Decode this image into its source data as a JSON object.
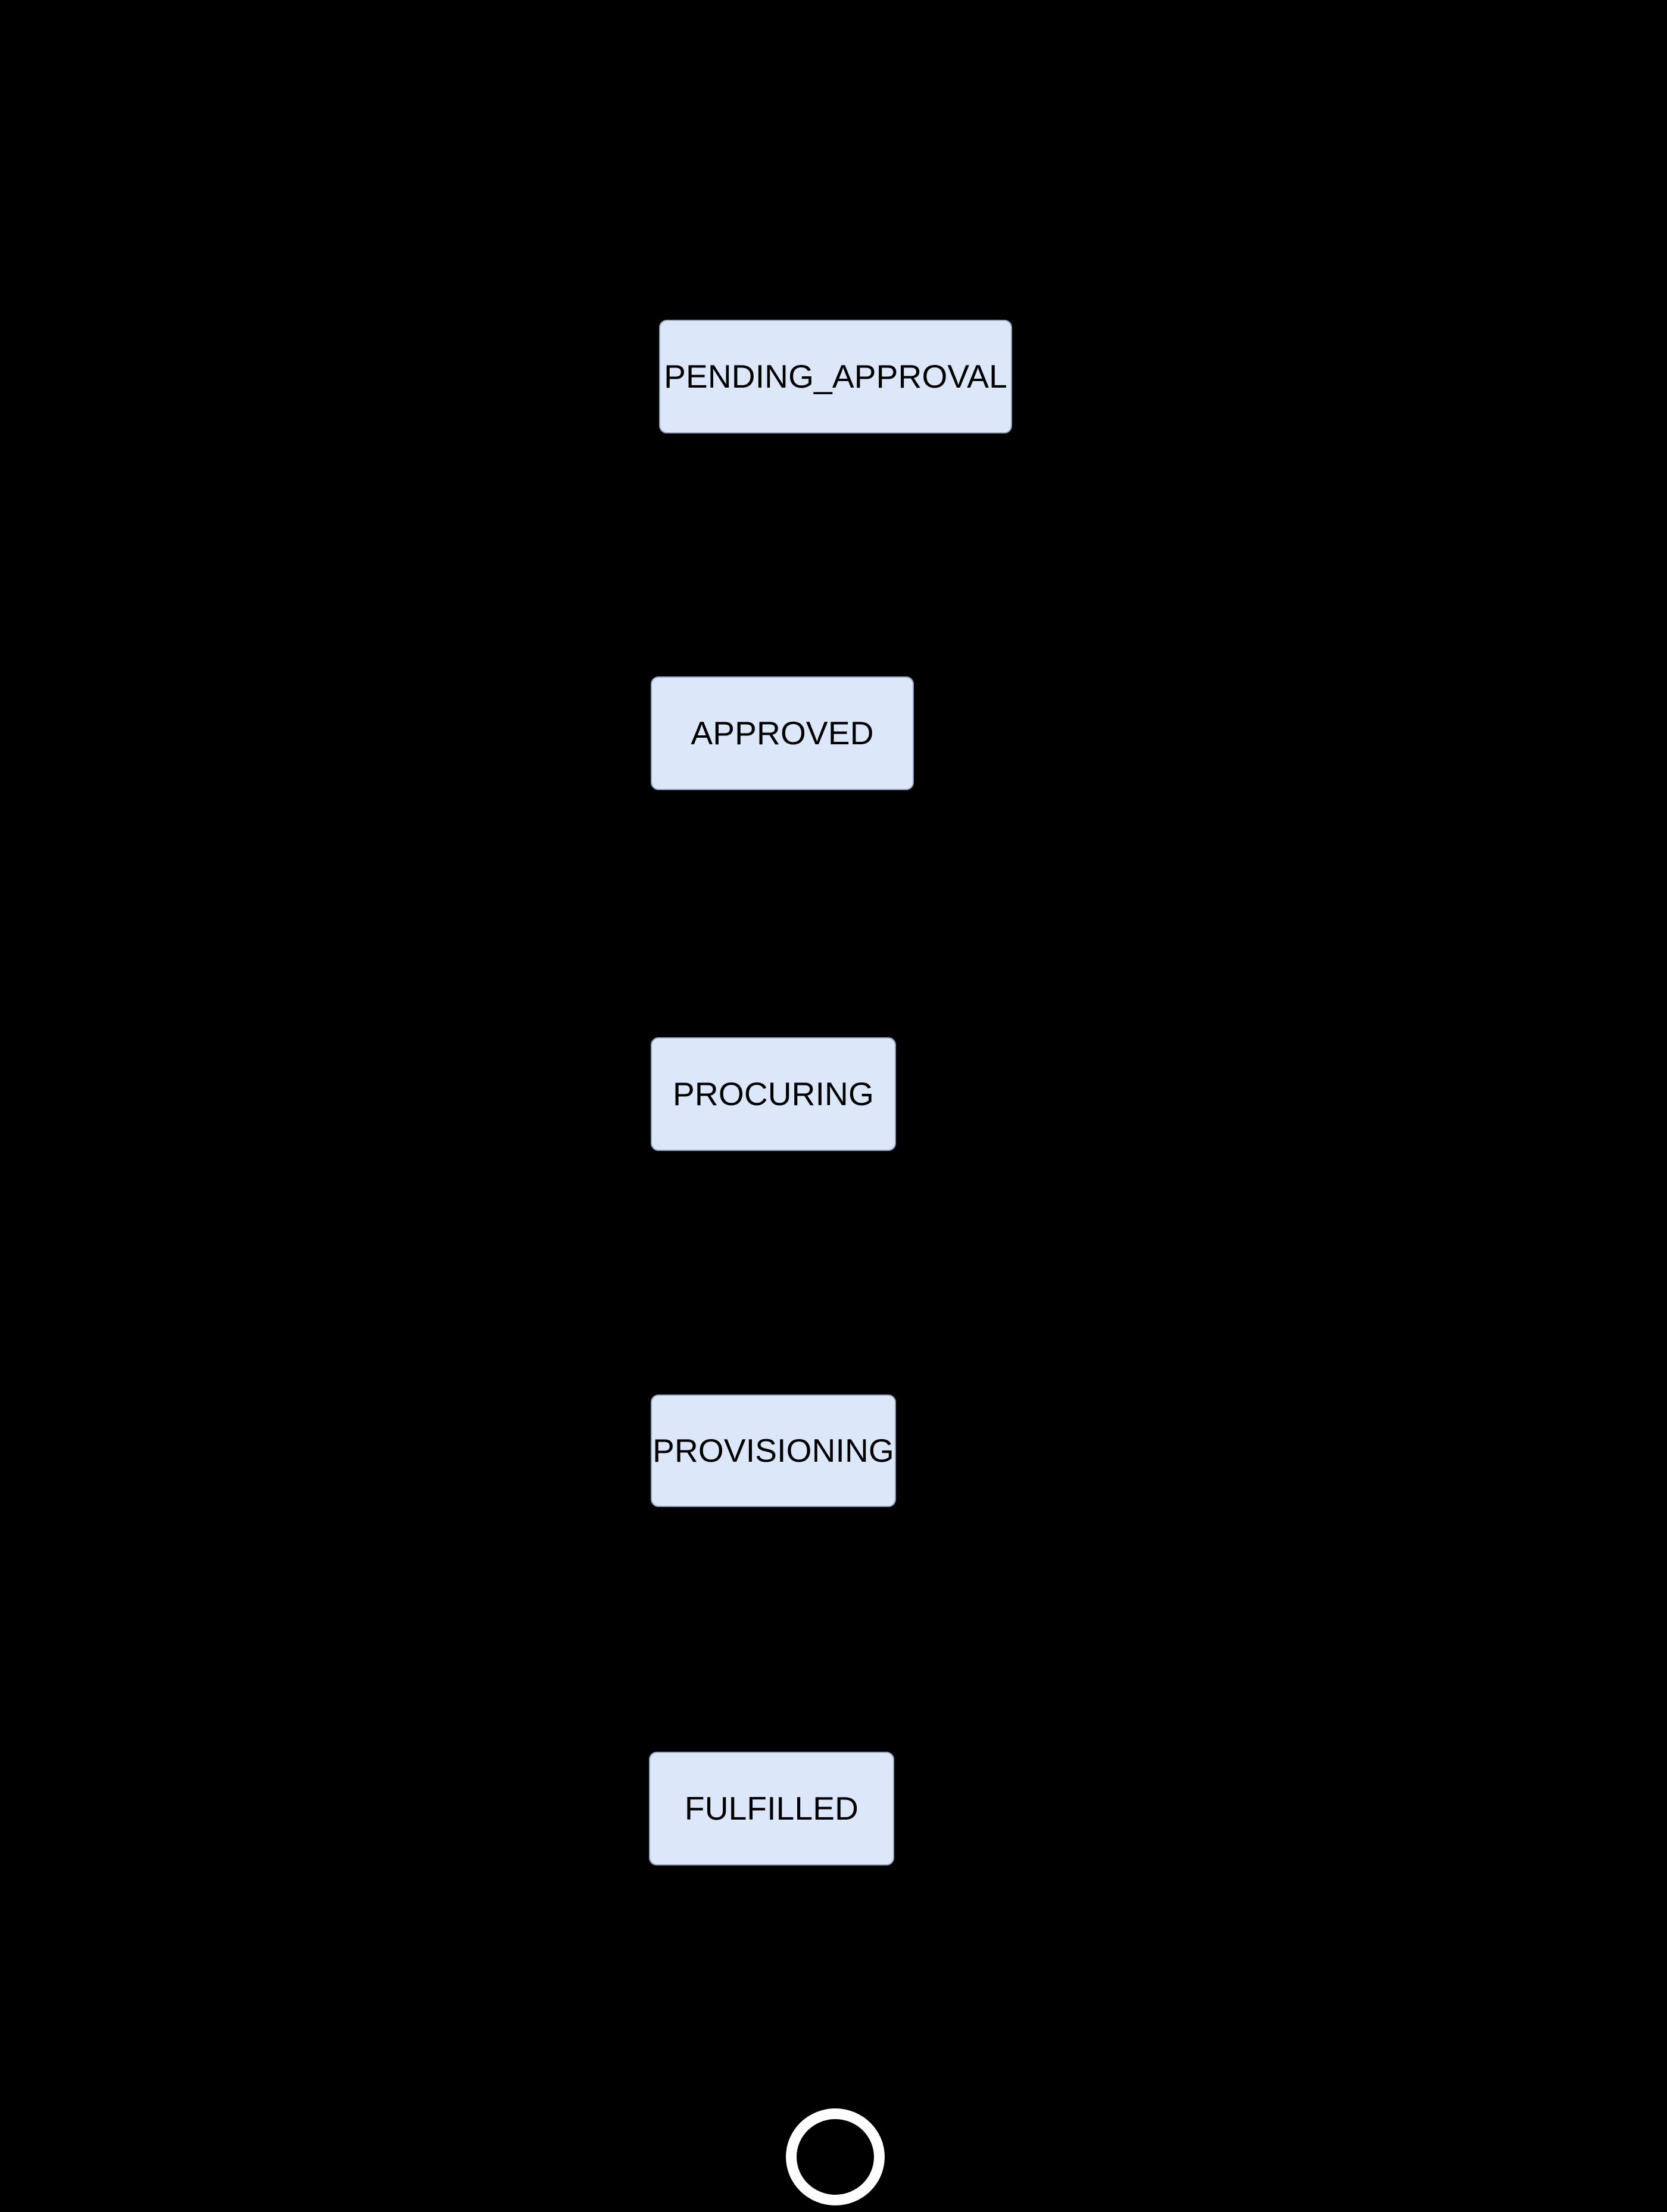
{
  "diagram": {
    "type": "state-diagram",
    "orientation": "vertical",
    "background_color": "#000000",
    "node_fill_color": "#dce8fa",
    "node_border_color": "#8fa3bb",
    "node_text_color": "#000000",
    "edge_color": "#000000",
    "end_marker_color": "#ffffff",
    "states": [
      {
        "id": "pending_approval",
        "label": "PENDING_APPROVAL"
      },
      {
        "id": "approved",
        "label": "APPROVED"
      },
      {
        "id": "procuring",
        "label": "PROCURING"
      },
      {
        "id": "provisioning",
        "label": "PROVISIONING"
      },
      {
        "id": "fulfilled",
        "label": "FULFILLED"
      }
    ],
    "transitions": [
      {
        "from": "pending_approval",
        "to": "approved",
        "label": ""
      },
      {
        "from": "approved",
        "to": "procuring",
        "label": ""
      },
      {
        "from": "procuring",
        "to": "provisioning",
        "label": ""
      },
      {
        "from": "provisioning",
        "to": "fulfilled",
        "label": ""
      },
      {
        "from": "fulfilled",
        "to": "end",
        "label": ""
      }
    ],
    "end_state": {
      "id": "end",
      "label": ""
    }
  }
}
